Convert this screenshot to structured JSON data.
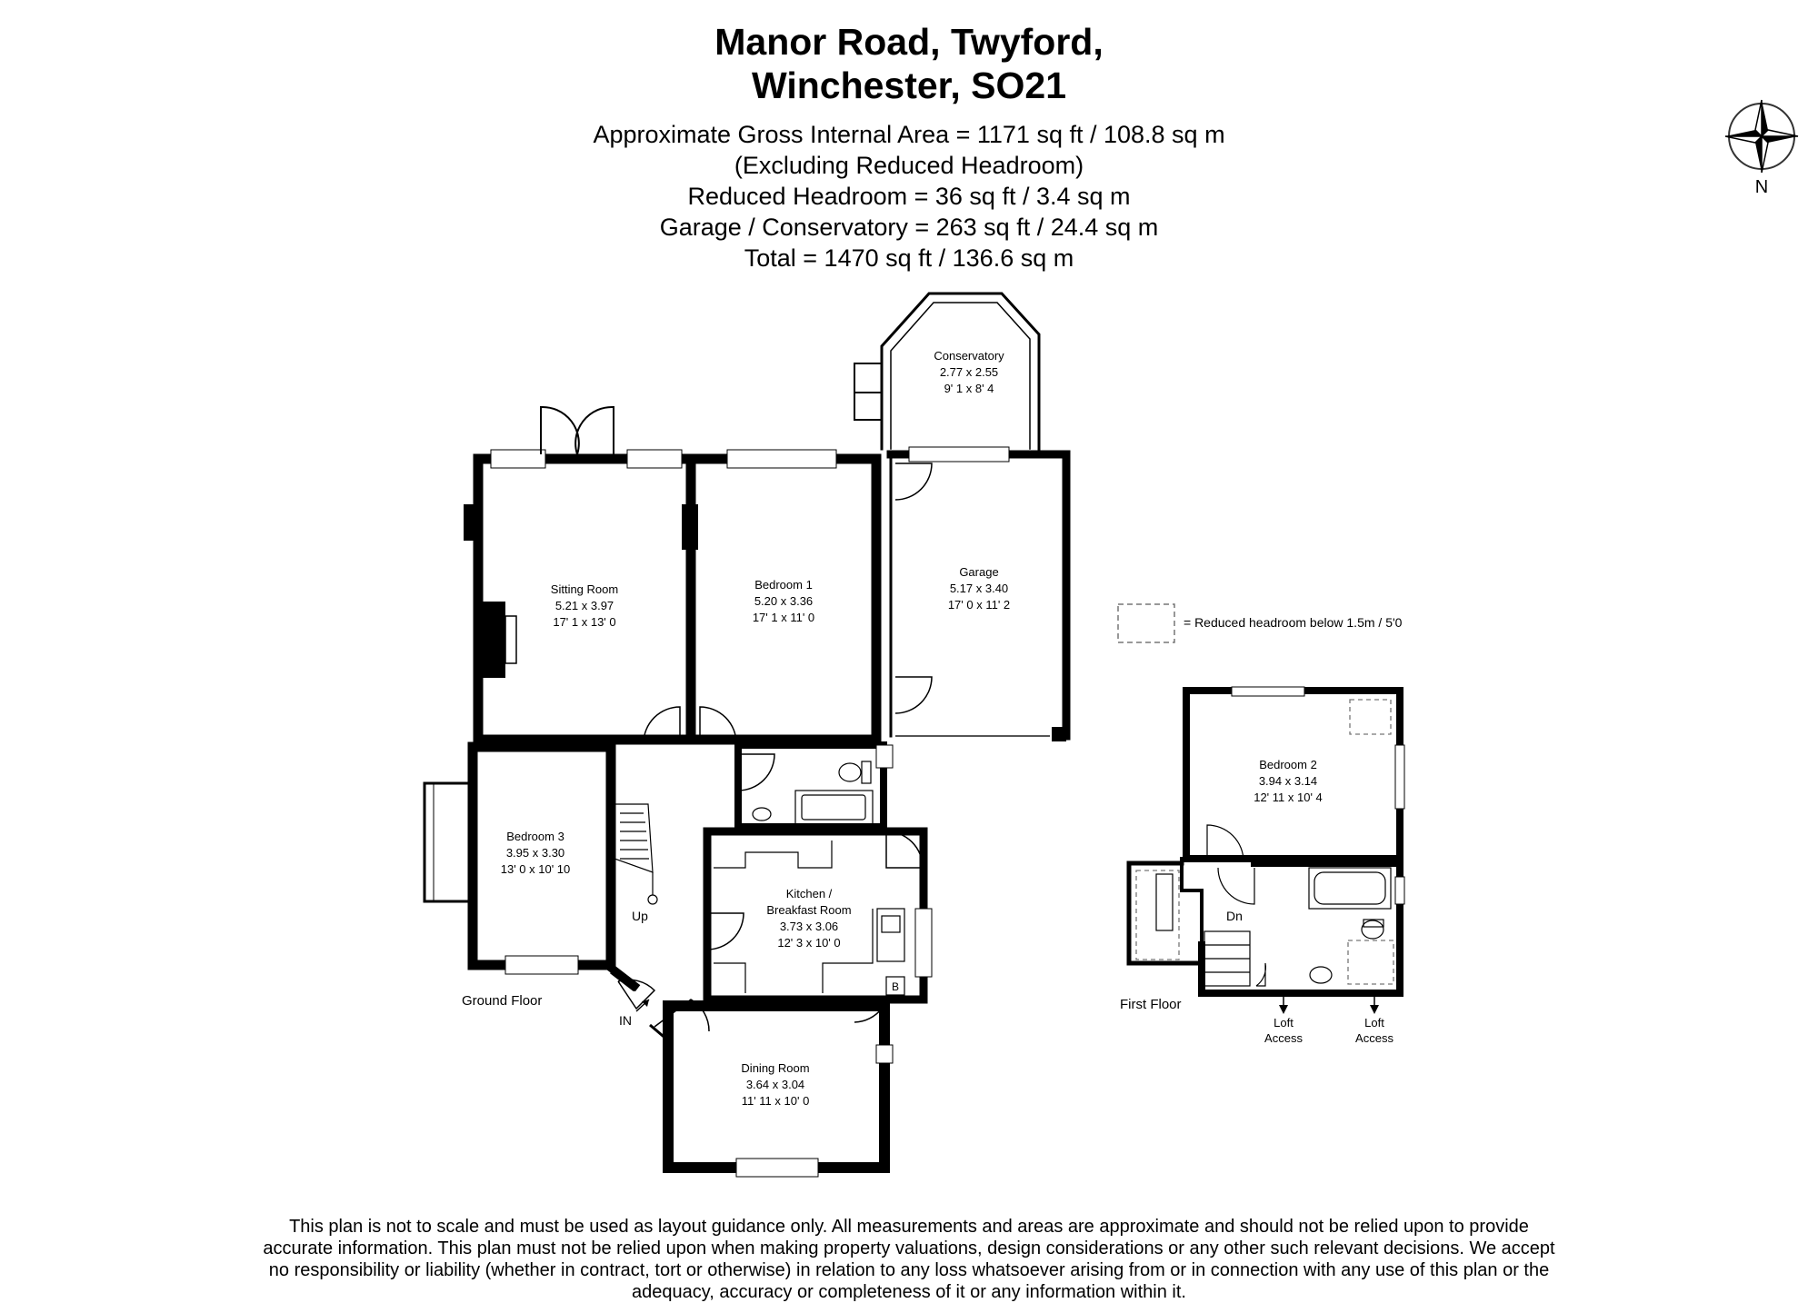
{
  "title": {
    "line1": "Manor Road, Twyford,",
    "line2": "Winchester, SO21"
  },
  "areas": {
    "gia": "Approximate Gross Internal Area = 1171 sq ft / 108.8 sq m",
    "excl": "(Excluding Reduced Headroom)",
    "reduced": "Reduced Headroom = 36 sq ft / 3.4 sq m",
    "garage": "Garage / Conservatory = 263 sq ft / 24.4 sq m",
    "total": "Total = 1470 sq ft / 136.6 sq m"
  },
  "compass": {
    "label": "N",
    "icon": "compass-rose-icon"
  },
  "legend": {
    "text": "= Reduced headroom below 1.5m / 5'0"
  },
  "floors": {
    "ground": "Ground Floor",
    "first": "First Floor"
  },
  "rooms": {
    "conservatory": {
      "name": "Conservatory",
      "metric": "2.77 x 2.55",
      "imperial": "9' 1 x 8' 4"
    },
    "sitting": {
      "name": "Sitting Room",
      "metric": "5.21 x 3.97",
      "imperial": "17' 1 x 13' 0"
    },
    "bedroom1": {
      "name": "Bedroom 1",
      "metric": "5.20 x 3.36",
      "imperial": "17' 1 x 11' 0"
    },
    "garage": {
      "name": "Garage",
      "metric": "5.17 x 3.40",
      "imperial": "17' 0 x 11' 2"
    },
    "bedroom3": {
      "name": "Bedroom 3",
      "metric": "3.95 x 3.30",
      "imperial": "13' 0 x 10' 10"
    },
    "kitchen": {
      "name1": "Kitchen /",
      "name2": "Breakfast Room",
      "metric": "3.73 x 3.06",
      "imperial": "12' 3 x 10' 0"
    },
    "dining": {
      "name": "Dining Room",
      "metric": "3.64 x 3.04",
      "imperial": "11' 11 x 10' 0"
    },
    "bedroom2": {
      "name": "Bedroom 2",
      "metric": "3.94 x 3.14",
      "imperial": "12' 11 x 10' 4"
    }
  },
  "labels": {
    "up": "Up",
    "dn": "Dn",
    "in": "IN",
    "boiler": "B",
    "loft1": "Loft",
    "loft1b": "Access",
    "loft2": "Loft",
    "loft2b": "Access"
  },
  "disclaimer": "This plan is not to scale and must be used as layout guidance only. All measurements and areas are approximate and should not be relied upon to provide accurate information. This plan must not be relied upon when making property valuations, design considerations or any other such relevant decisions. We accept no responsibility or liability (whether in contract, tort or otherwise) in relation to any loss whatsoever arising from or in connection with any use of this plan or the adequacy, accuracy or completeness of it or any information within it."
}
